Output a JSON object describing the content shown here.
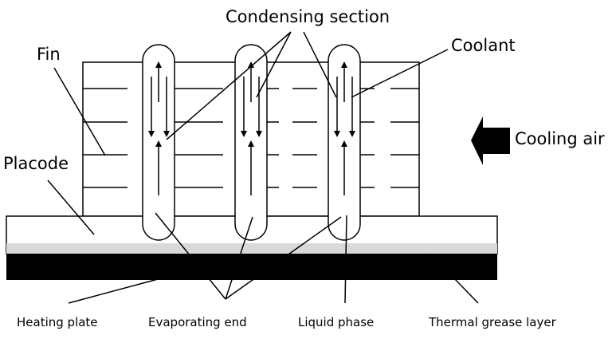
{
  "labels": {
    "condensing_section": "Condensing section",
    "fin": "Fin",
    "coolant": "Coolant",
    "cooling_air": "Cooling air",
    "placode": "Placode",
    "heating_plate": "Heating plate",
    "evaporating_end": "Evaporating end",
    "liquid_phase": "Liquid phase",
    "thermal_grease_layer": "Thermal grease layer"
  },
  "colors": {
    "line": "#000000",
    "background": "#ffffff",
    "grease_layer": "#d9d9d9",
    "heating_plate": "#000000"
  }
}
